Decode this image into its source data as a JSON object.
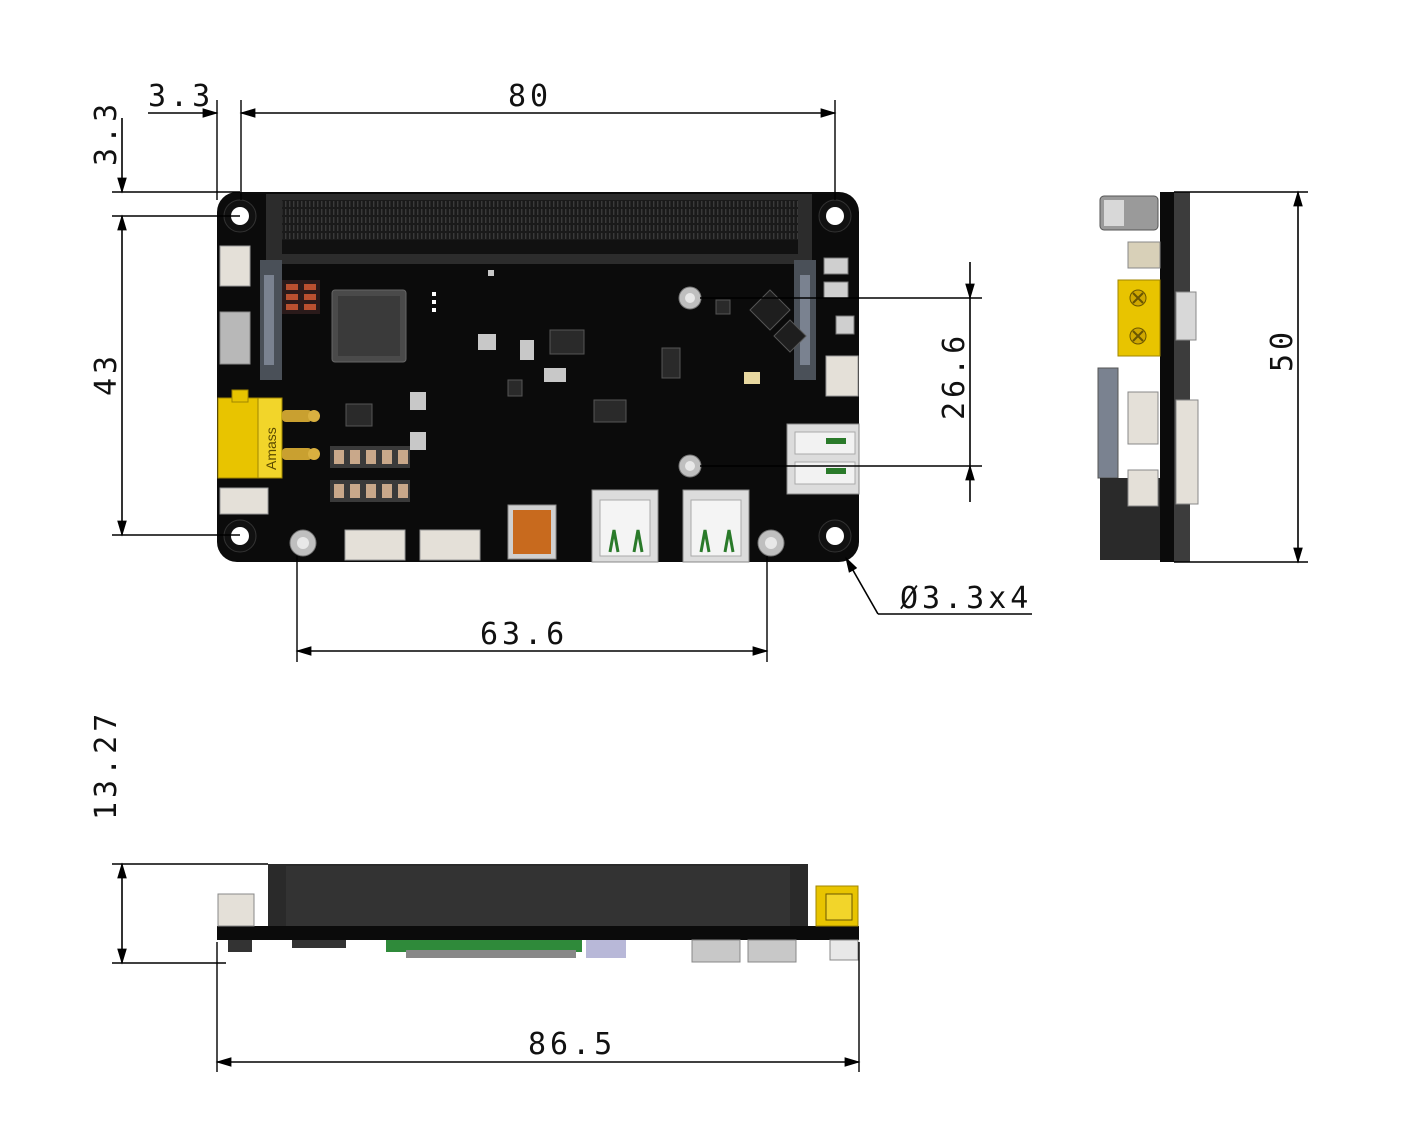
{
  "dimensions": {
    "top_offset": "3.3",
    "width_holes": "80",
    "left_offset": "3.3",
    "height_holes": "43",
    "usb_spacing": "26.6",
    "bottom_holes": "63.6",
    "hole_callout": "Ø3.3x4",
    "side_height": "50",
    "profile_height": "13.27",
    "total_width": "86.5"
  },
  "board": {
    "connector_brand": "Amass",
    "pcb_color": "#0b0b0b",
    "accent_yellow": "#e8c400",
    "copper_pad": "#c86a1e"
  }
}
